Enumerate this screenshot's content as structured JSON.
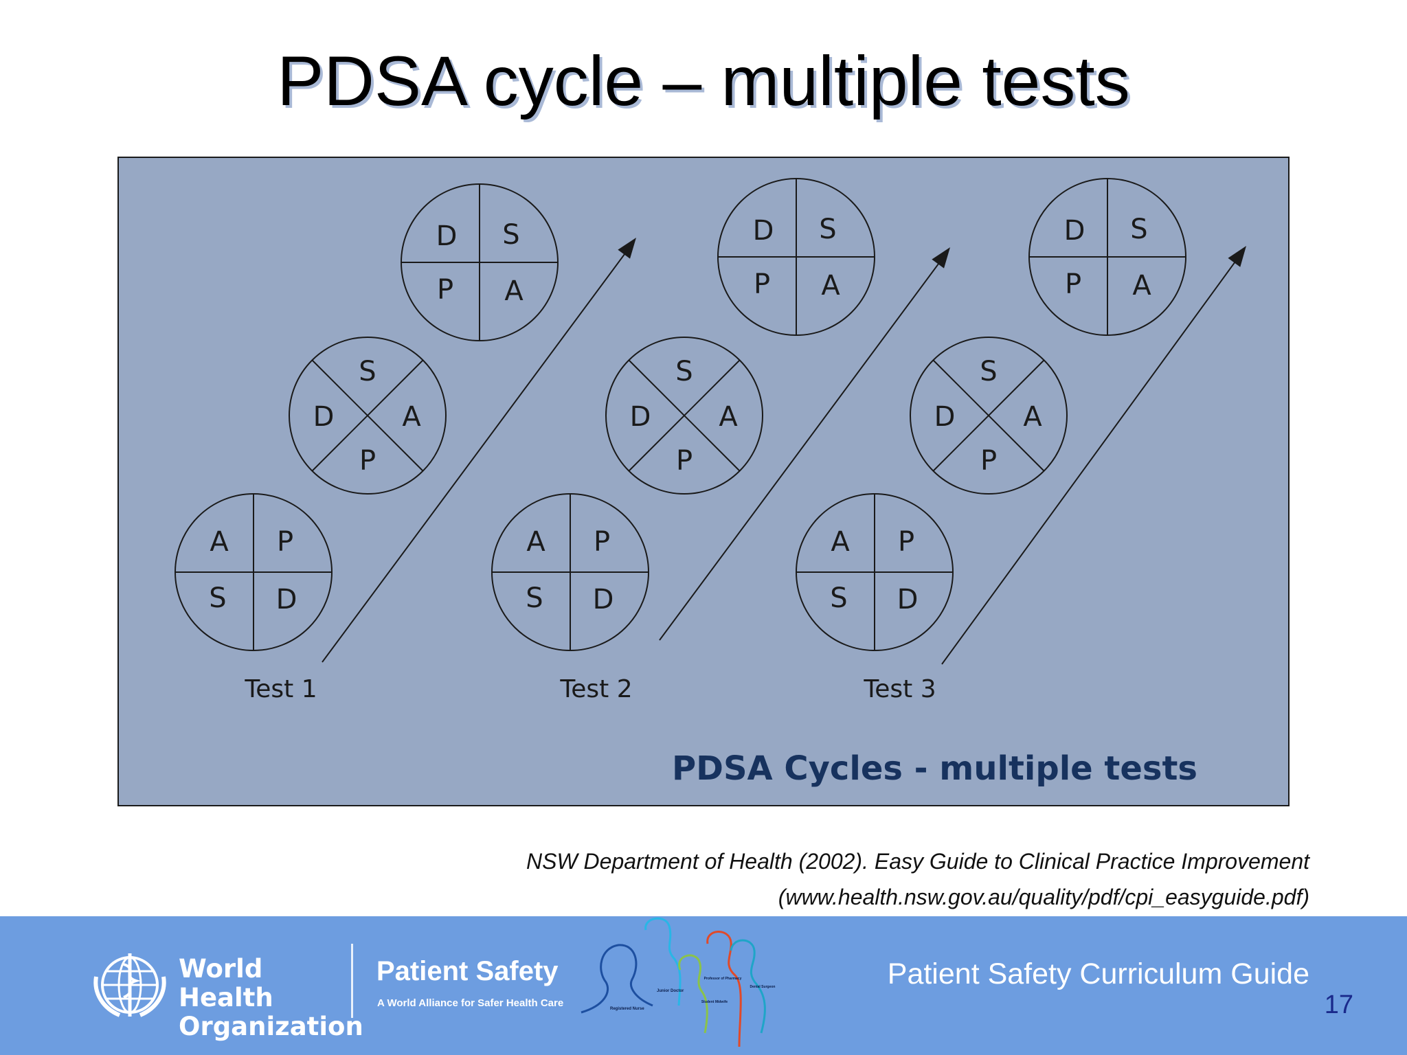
{
  "slide": {
    "title": "PDSA cycle – multiple tests",
    "citation_line1": "NSW Department of Health (2002). Easy Guide to Clinical Practice Improvement",
    "citation_line2": "(www.health.nsw.gov.au/quality/pdf/cpi_easyguide.pdf)",
    "page_number": "17"
  },
  "figure": {
    "background_color": "#97a8c4",
    "caption": "PDSA Cycles - multiple tests",
    "tests": [
      {
        "label": "Test 1",
        "bottom_circle": {
          "top_left": "A",
          "top_right": "P",
          "bottom_left": "S",
          "bottom_right": "D"
        },
        "middle_circle": {
          "top": "S",
          "left": "D",
          "right": "A",
          "bottom": "P"
        },
        "top_circle": {
          "top_left": "D",
          "top_right": "S",
          "bottom_left": "P",
          "bottom_right": "A"
        }
      },
      {
        "label": "Test 2",
        "bottom_circle": {
          "top_left": "A",
          "top_right": "P",
          "bottom_left": "S",
          "bottom_right": "D"
        },
        "middle_circle": {
          "top": "S",
          "left": "D",
          "right": "A",
          "bottom": "P"
        },
        "top_circle": {
          "top_left": "D",
          "top_right": "S",
          "bottom_left": "P",
          "bottom_right": "A"
        }
      },
      {
        "label": "Test 3",
        "bottom_circle": {
          "top_left": "A",
          "top_right": "P",
          "bottom_left": "S",
          "bottom_right": "D"
        },
        "middle_circle": {
          "top": "S",
          "left": "D",
          "right": "A",
          "bottom": "P"
        },
        "top_circle": {
          "top_left": "D",
          "top_right": "S",
          "bottom_left": "P",
          "bottom_right": "A"
        }
      }
    ]
  },
  "footer": {
    "background_color": "#6d9de0",
    "who_name_line1": "World Health",
    "who_name_line2": "Organization",
    "who_emblem_icon": "who-emblem-icon",
    "patient_safety_title": "Patient Safety",
    "patient_safety_subtitle": "A World Alliance for Safer Health Care",
    "people_labels": [
      "Registered Nurse",
      "Junior Doctor",
      "Professor of Pharmacy",
      "Dental Surgeon",
      "Student Midwife"
    ],
    "guide_title": "Patient Safety Curriculum Guide"
  }
}
